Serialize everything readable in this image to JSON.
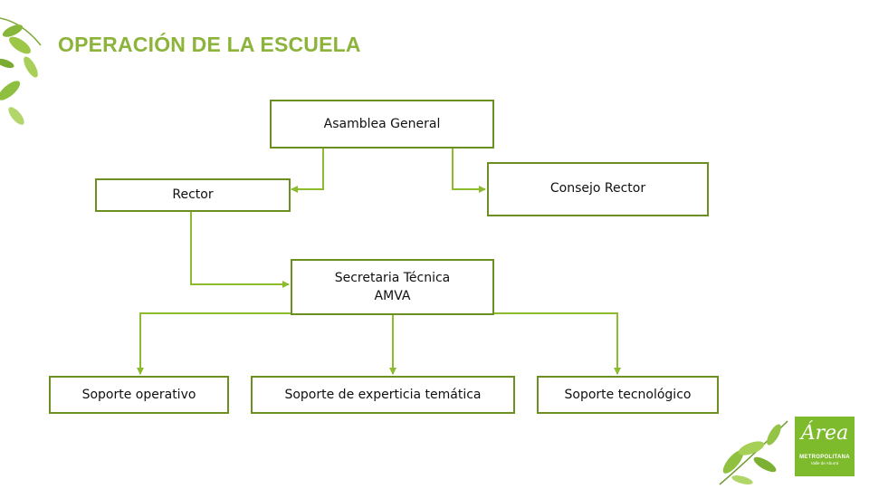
{
  "title": "OPERACIÓN DE LA ESCUELA",
  "colors": {
    "accent_green": "#8db43a",
    "box_border": "#6c8f22",
    "connector": "#8dbb2e",
    "logo_bg": "#7dba2c"
  },
  "nodes": {
    "asamblea": "Asamblea General",
    "rector": "Rector",
    "consejo": "Consejo Rector",
    "secretaria": "Secretaria Técnica\nAMVA",
    "soporte_operativo": "Soporte operativo",
    "soporte_experticia": "Soporte de experticia temática",
    "soporte_tecnologico": "Soporte tecnológico"
  },
  "logo": {
    "main": "Área",
    "sub1": "METROPOLITANA",
    "sub2": "Valle de Aburrá"
  },
  "decor": {
    "leaf_icon": "leaf-icon"
  }
}
